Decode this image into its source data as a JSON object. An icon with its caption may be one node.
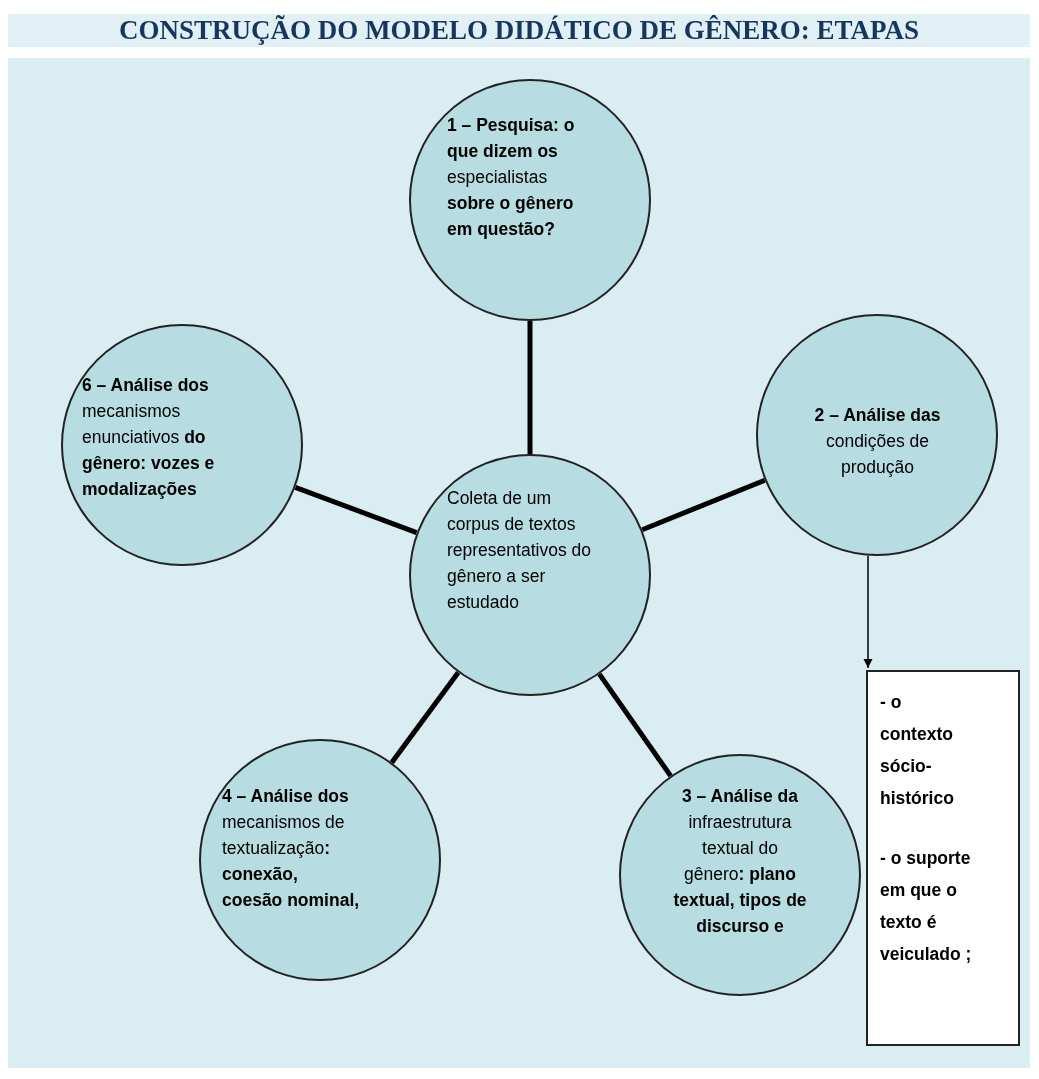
{
  "diagram": {
    "title": "CONSTRUÇÃO DO MODELO DIDÁTICO DE GÊNERO: ETAPAS",
    "nodes": [
      {
        "text": [
          "**1 – Pesquisa: o que dizem os** especialistas **sobre o gênero em questão?**"
        ]
      },
      {
        "text": [
          "**6 – Análise dos** mecanismos enunciativos **do gênero: vozes e modalizações**"
        ]
      },
      {
        "text": [
          "**2 – Análise das** condições de produção"
        ]
      },
      {
        "text": [
          "Coleta de um corpus de textos representativos do gênero a ser estudado"
        ]
      },
      {
        "text": [
          "**4 – Análise dos** mecanismos de textualização**: conexão, coesão nominal,**"
        ]
      },
      {
        "text": [
          "**3 – Análise da** infraestrutura textual do gênero**: plano textual, tipos de discurso e**"
        ]
      },
      {
        "text": [
          "- o contexto sócio-histórico",
          "- o suporte em que o texto é veiculado ;"
        ]
      }
    ],
    "edges": [
      {
        "from": 3,
        "to": 0,
        "arrow": "none"
      },
      {
        "from": 3,
        "to": 1,
        "arrow": "none"
      },
      {
        "from": 3,
        "to": 2,
        "arrow": "none"
      },
      {
        "from": 3,
        "to": 4,
        "arrow": "none"
      },
      {
        "from": 3,
        "to": 5,
        "arrow": "none"
      },
      {
        "from": 2,
        "to": 6,
        "arrow": "to"
      }
    ]
  }
}
